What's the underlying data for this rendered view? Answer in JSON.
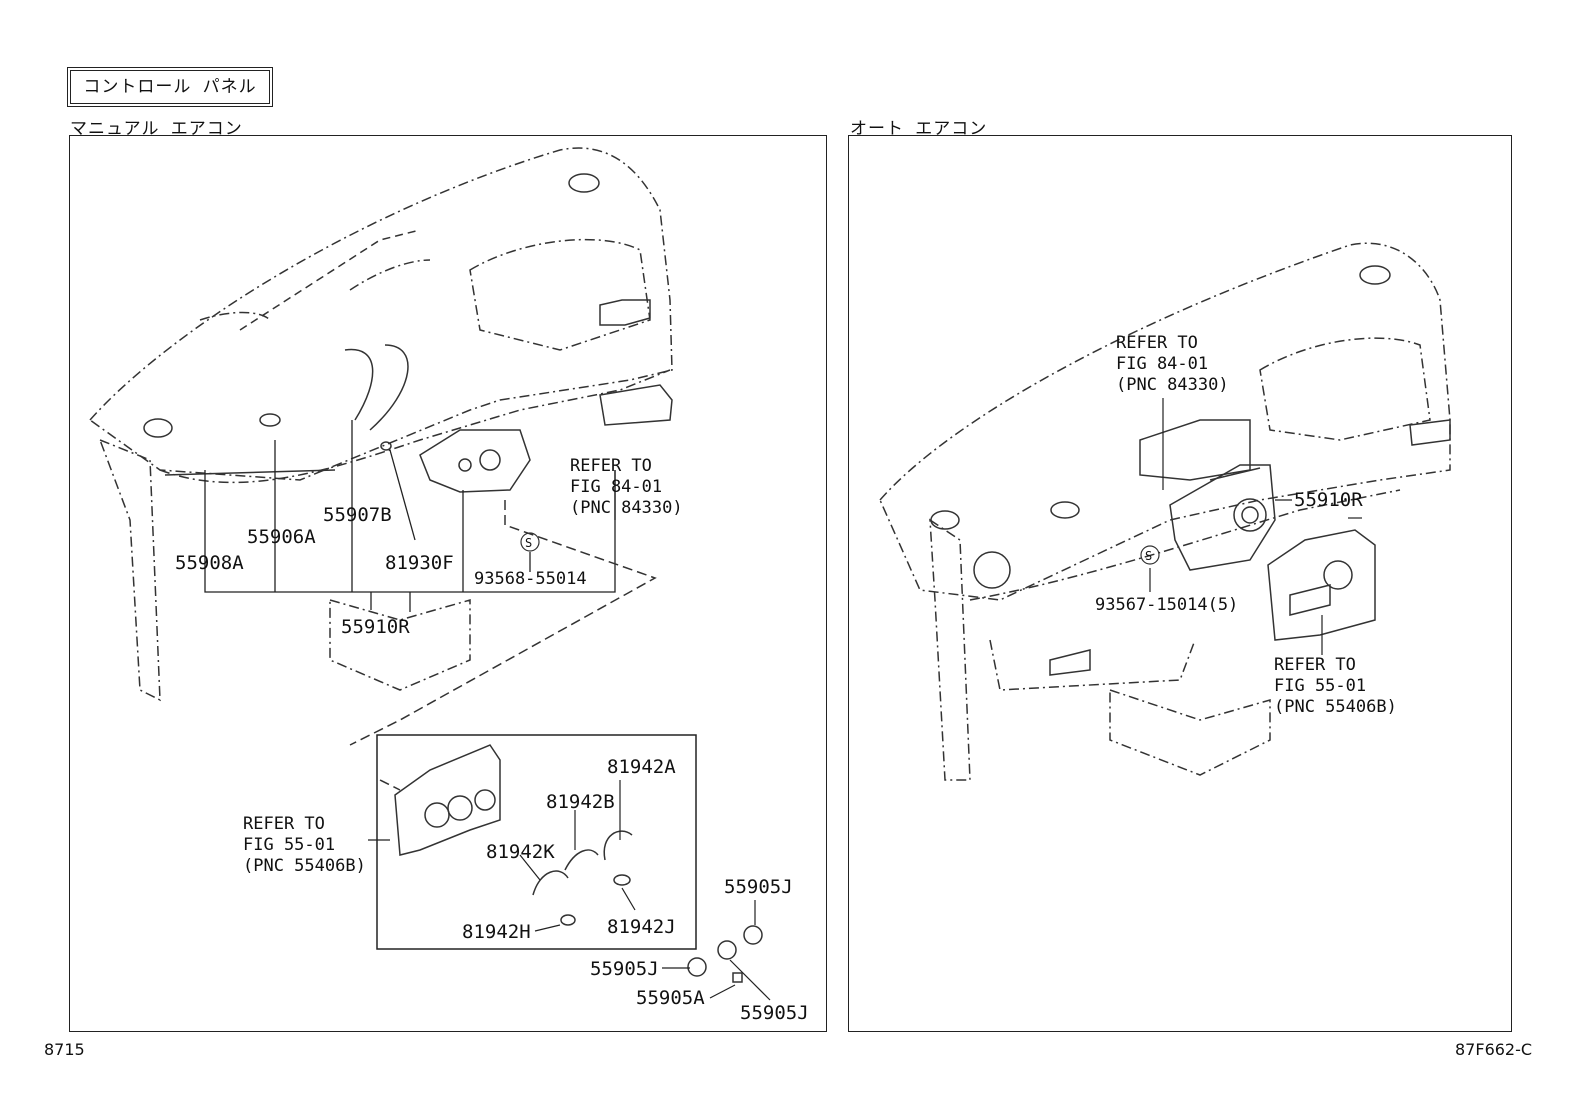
{
  "header": {
    "title": "コントロール パネル"
  },
  "left_panel": {
    "section_label": "マニュアル エアコン",
    "parts": {
      "p55908A": "55908A",
      "p55906A": "55906A",
      "p55907B": "55907B",
      "p81930F": "81930F",
      "p93568": "93568-55014",
      "p55910R": "55910R",
      "p81942A": "81942A",
      "p81942B": "81942B",
      "p81942K": "81942K",
      "p81942H": "81942H",
      "p81942J": "81942J",
      "p55905J_a": "55905J",
      "p55905J_b": "55905J",
      "p55905J_c": "55905J",
      "p55905A": "55905A"
    },
    "ref_84": [
      "REFER TO",
      "FIG 84-01",
      "(PNC 84330)"
    ],
    "ref_55": [
      "REFER TO",
      "FIG 55-01",
      "(PNC 55406B)"
    ]
  },
  "right_panel": {
    "section_label": "オート エアコン",
    "parts": {
      "p55910R": "55910R",
      "p93567": "93567-15014(5)"
    },
    "ref_84": [
      "REFER TO",
      "FIG 84-01",
      "(PNC 84330)"
    ],
    "ref_55": [
      "REFER TO",
      "FIG 55-01",
      "(PNC 55406B)"
    ]
  },
  "footer": {
    "left_code": "8715",
    "right_code": "87F662-C"
  }
}
